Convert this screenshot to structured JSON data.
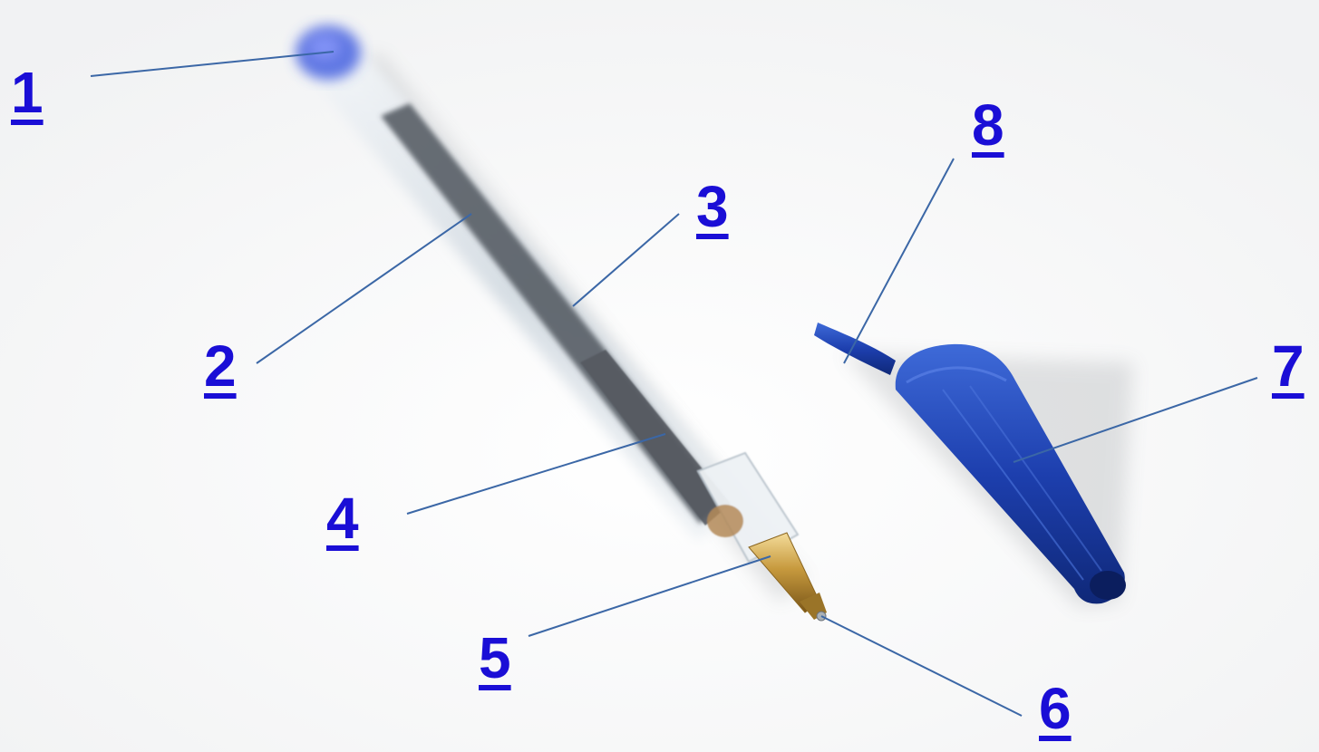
{
  "callouts": [
    {
      "id": "1",
      "label": "1"
    },
    {
      "id": "2",
      "label": "2"
    },
    {
      "id": "3",
      "label": "3"
    },
    {
      "id": "4",
      "label": "4"
    },
    {
      "id": "5",
      "label": "5"
    },
    {
      "id": "6",
      "label": "6"
    },
    {
      "id": "7",
      "label": "7"
    },
    {
      "id": "8",
      "label": "8"
    }
  ],
  "colors": {
    "callout_text": "#1a0ed6",
    "leader_line": "#3b67a6",
    "cap_blue": "#1f3fa6",
    "brass": "#c9a14a",
    "barrel_clear": "#e8eef3",
    "ink_tube": "#5a6068"
  }
}
